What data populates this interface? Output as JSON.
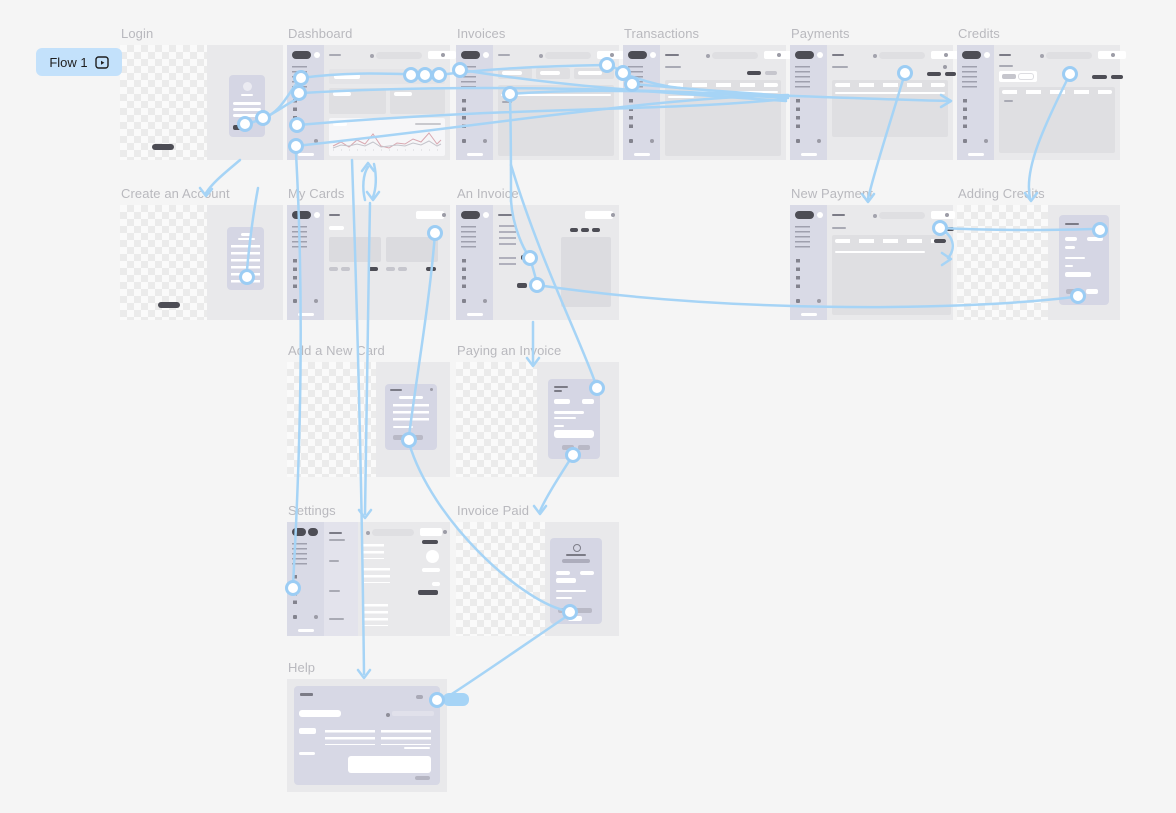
{
  "badge": {
    "label": "Flow 1",
    "icon": "prototype-flow-icon"
  },
  "frames": {
    "login": {
      "title": "Login",
      "type": "mobile-screen"
    },
    "dashboard": {
      "title": "Dashboard",
      "type": "desktop-screen"
    },
    "invoices": {
      "title": "Invoices",
      "type": "desktop-screen"
    },
    "transactions": {
      "title": "Transactions",
      "type": "desktop-screen"
    },
    "payments": {
      "title": "Payments",
      "type": "desktop-screen"
    },
    "credits": {
      "title": "Credits",
      "type": "desktop-screen"
    },
    "create_account": {
      "title": "Create an Account",
      "type": "mobile-screen"
    },
    "my_cards": {
      "title": "My Cards",
      "type": "desktop-screen"
    },
    "an_invoice": {
      "title": "An Invoice",
      "type": "desktop-screen"
    },
    "new_payment": {
      "title": "New Payment",
      "type": "desktop-screen"
    },
    "adding_credits": {
      "title": "Adding Credits",
      "type": "modal-screen"
    },
    "add_new_card": {
      "title": "Add a New Card",
      "type": "modal-screen"
    },
    "paying_invoice": {
      "title": "Paying an Invoice",
      "type": "modal-screen"
    },
    "settings": {
      "title": "Settings",
      "type": "desktop-screen"
    },
    "invoice_paid": {
      "title": "Invoice Paid",
      "type": "modal-screen"
    },
    "help": {
      "title": "Help",
      "type": "dialog-screen"
    }
  },
  "connections": [
    {
      "from": "login",
      "to": "dashboard"
    },
    {
      "from": "login",
      "to": "create_account"
    },
    {
      "from": "dashboard",
      "to": "my_cards"
    },
    {
      "from": "my_cards",
      "to": "dashboard"
    },
    {
      "from": "dashboard",
      "to": "invoices"
    },
    {
      "from": "dashboard",
      "to": "transactions"
    },
    {
      "from": "dashboard",
      "to": "payments"
    },
    {
      "from": "dashboard",
      "to": "credits"
    },
    {
      "from": "invoices",
      "to": "an_invoice"
    },
    {
      "from": "an_invoice",
      "to": "paying_invoice"
    },
    {
      "from": "an_invoice",
      "to": "new_payment"
    },
    {
      "from": "paying_invoice",
      "to": "invoice_paid"
    },
    {
      "from": "payments",
      "to": "new_payment"
    },
    {
      "from": "credits",
      "to": "adding_credits"
    },
    {
      "from": "new_payment",
      "to": "adding_credits"
    },
    {
      "from": "my_cards",
      "to": "add_new_card"
    },
    {
      "from": "add_new_card",
      "to": "invoice_paid"
    },
    {
      "from": "settings",
      "to": "dashboard"
    },
    {
      "from": "my_cards",
      "to": "settings"
    },
    {
      "from": "settings",
      "to": "help"
    },
    {
      "from": "invoice_paid",
      "to": "help"
    }
  ],
  "colors": {
    "canvas": "#F5F5F5",
    "connector": "#A6D4F6",
    "frame_background": "#E9E9EB",
    "sidebar": "#D9DAE6",
    "card": "#D5D6E4",
    "dark_element": "#4D4D55",
    "badge_background": "#C3E1FB",
    "title_text": "#B9B9BE",
    "chart_line": "#D8A7B0"
  }
}
